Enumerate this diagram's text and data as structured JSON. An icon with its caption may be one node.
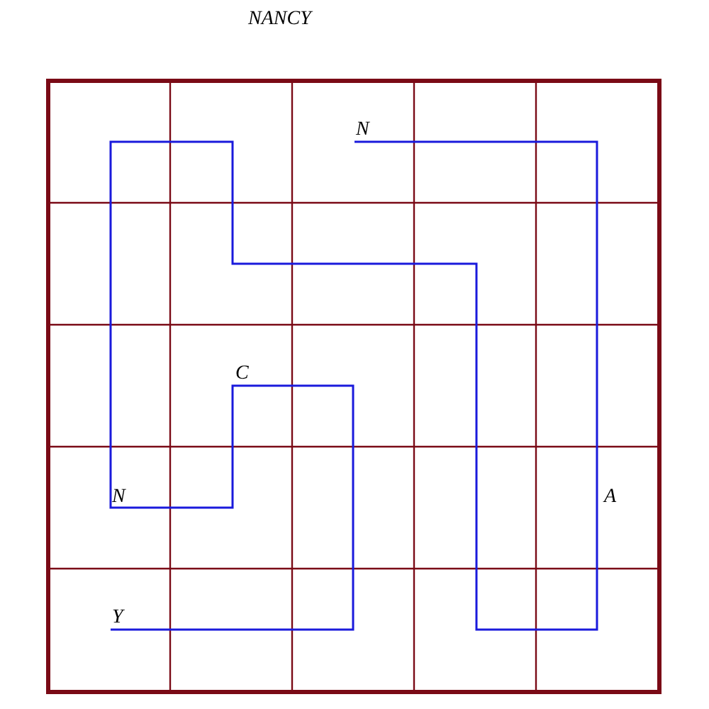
{
  "diagram": {
    "title": "NANCY",
    "labels": [
      "N",
      "C",
      "N",
      "A",
      "Y"
    ]
  }
}
